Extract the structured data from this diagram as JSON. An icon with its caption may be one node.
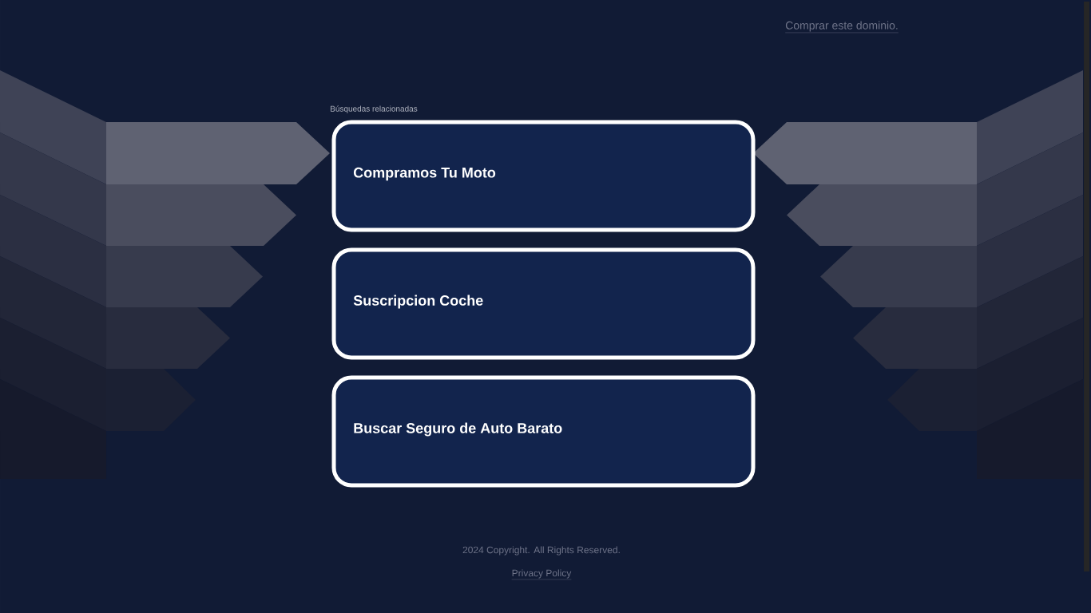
{
  "diagram": {
    "nodes": [
      {
        "text": [
          "Compramos Tu Moto"
        ]
      },
      {
        "text": [
          "Suscripcion Coche"
        ]
      },
      {
        "text": [
          "Buscar Seguro de Auto Barato"
        ]
      }
    ],
    "labels": [
      "Comprar este dominio.",
      "Búsquedas relacionadas",
      "2024 Copyright. All Rights Reserved.",
      "Privacy Policy"
    ]
  }
}
